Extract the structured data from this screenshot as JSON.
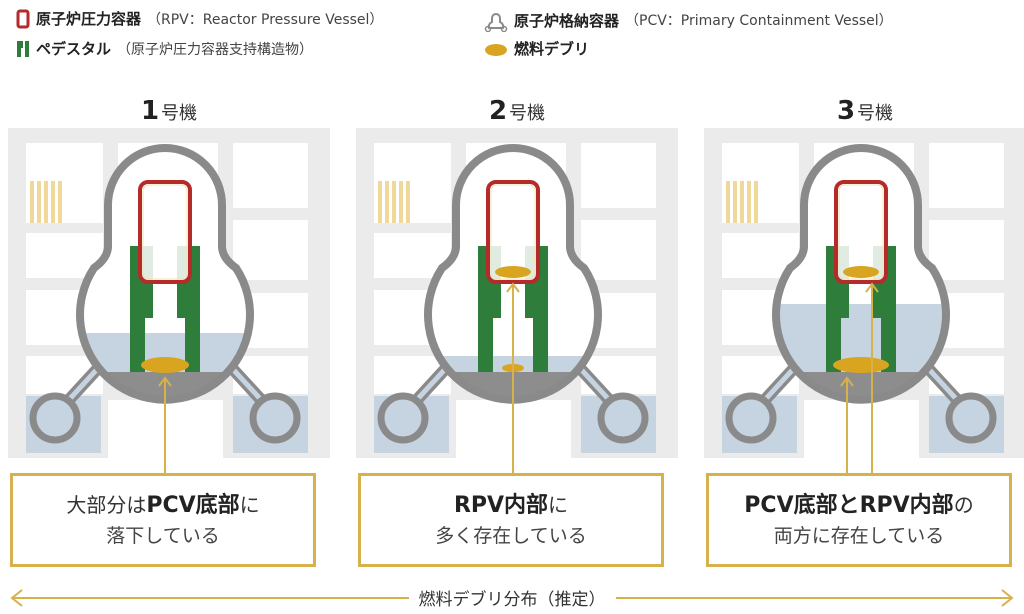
{
  "legend": {
    "rpv": {
      "name": "原子炉圧力容器",
      "detail": "（RPV：Reactor Pressure Vessel）",
      "icon": "rpv-icon"
    },
    "pedestal": {
      "name": "ペデスタル",
      "detail": "（原子炉圧力容器支持構造物）",
      "icon": "pedestal-icon"
    },
    "pcv": {
      "name": "原子炉格納容器",
      "detail": "（PCV：Primary Containment Vessel）",
      "icon": "pcv-icon"
    },
    "debris": {
      "name": "燃料デブリ",
      "icon": "fuel-debris-icon"
    }
  },
  "units": [
    {
      "number": "1",
      "suffix": "号機",
      "line1": [
        {
          "t": "大部分は",
          "b": false
        },
        {
          "t": "PCV底部",
          "b": true
        },
        {
          "t": "に",
          "b": false
        }
      ],
      "line2": "落下している"
    },
    {
      "number": "2",
      "suffix": "号機",
      "line1": [
        {
          "t": "RPV内部",
          "b": true
        },
        {
          "t": "に",
          "b": false
        }
      ],
      "line2": "多く存在している"
    },
    {
      "number": "3",
      "suffix": "号機",
      "line1": [
        {
          "t": "PCV底部とRPV内部",
          "b": true
        },
        {
          "t": "の",
          "b": false
        }
      ],
      "line2": "両方に存在している"
    }
  ],
  "footer": {
    "label": "燃料デブリ分布（推定）"
  },
  "colors": {
    "rpv": "#b52a2a",
    "pedestal": "#2e7d3a",
    "pcv": "#8a8a8a",
    "debris": "#d9a520",
    "water": "#c6d3e1",
    "frame": "#d6b14c"
  }
}
